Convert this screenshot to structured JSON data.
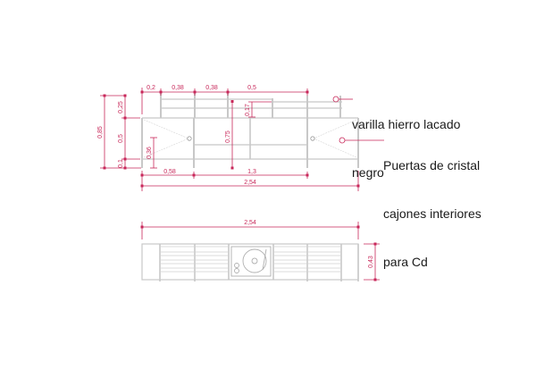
{
  "colors": {
    "dimension": "#c8285a",
    "furniture": "#c8c8c8",
    "furniture_dark": "#a8a8a8",
    "text": "#1a1a1a",
    "background": "#ffffff"
  },
  "front_elevation": {
    "top_dimensions": [
      "0,2",
      "0,38",
      "0,38",
      "0,5"
    ],
    "left_dimensions": {
      "overall": "0,85",
      "segments": [
        "0,25",
        "0,5",
        "0,1"
      ]
    },
    "inner_dimensions": {
      "door_handle_height": "0,36",
      "center_height": "0,75",
      "shelf_offset": "0,17"
    },
    "bottom_dimensions": {
      "segments": [
        "0,58",
        "1,3"
      ],
      "overall": "2,54"
    }
  },
  "plan_view": {
    "width_dimension": "2,54",
    "depth_dimension": "0,43",
    "center_item": "turntable"
  },
  "annotations": [
    {
      "id": "rod",
      "lines": [
        "varilla hierro lacado",
        "negro"
      ]
    },
    {
      "id": "doors",
      "lines": [
        "Puertas de cristal",
        "cajones interiores",
        "para Cd"
      ]
    }
  ]
}
